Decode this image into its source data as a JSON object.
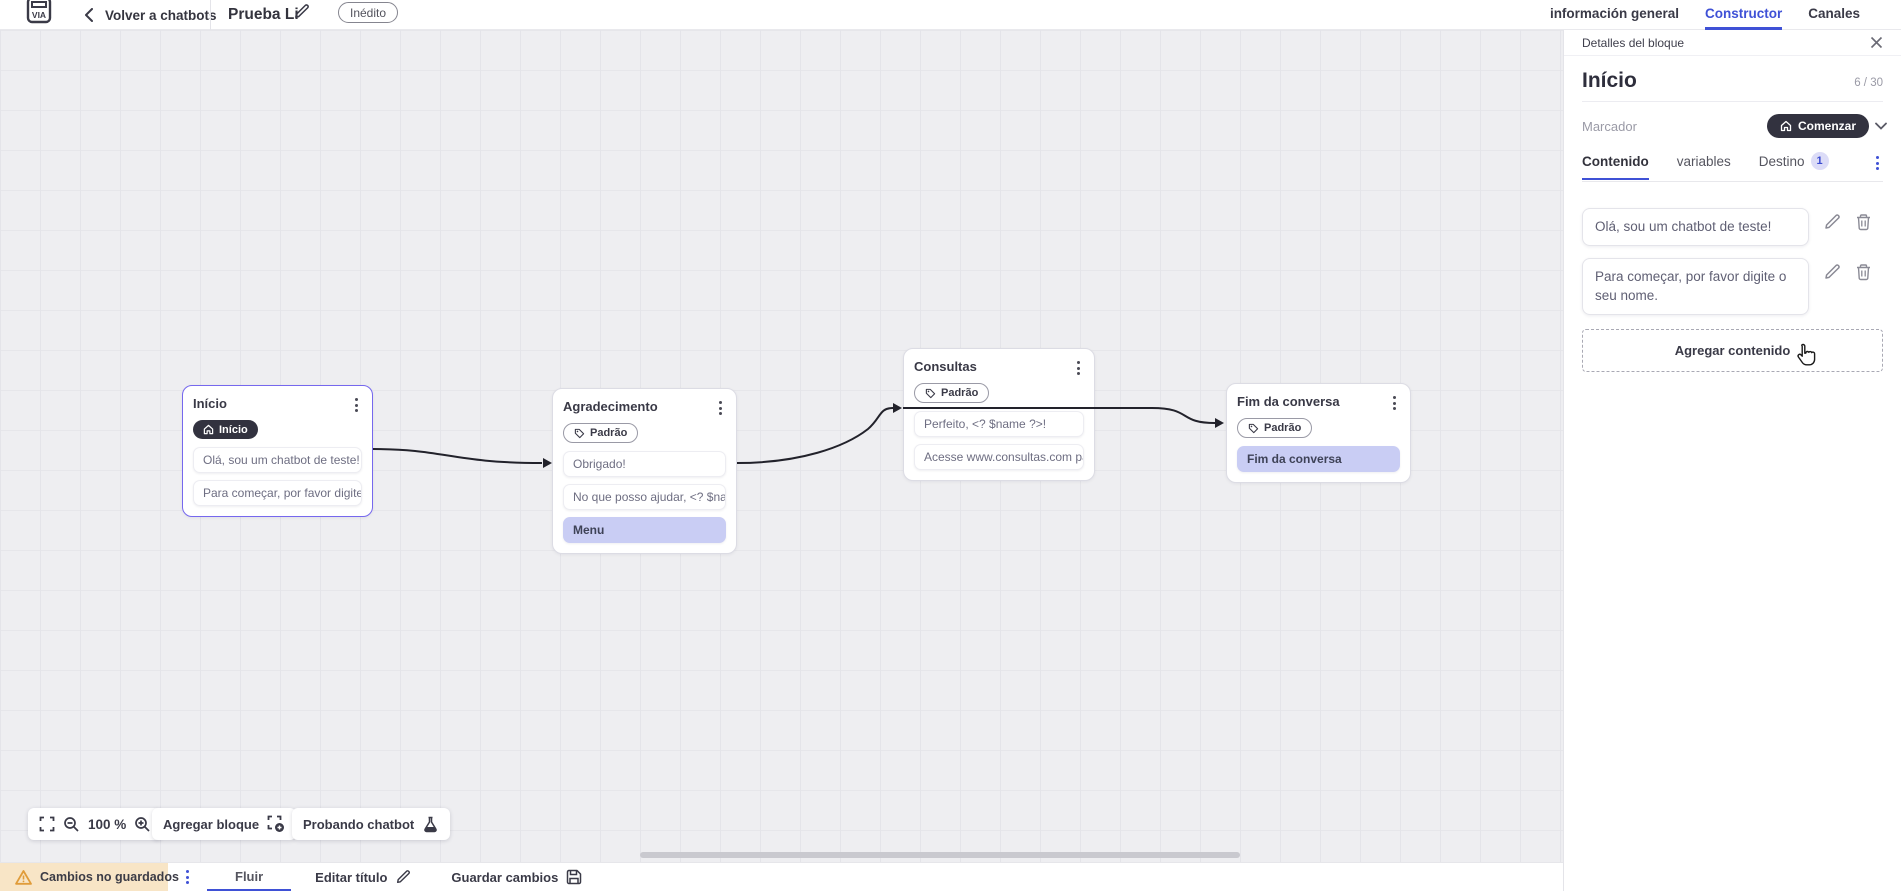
{
  "topbar": {
    "logo_text": "VIA",
    "back_label": "Volver a chatbots",
    "title": "Prueba Li",
    "status_badge": "Inédito",
    "tabs": [
      {
        "label": "información general"
      },
      {
        "label": "Constructor"
      },
      {
        "label": "Canales"
      }
    ]
  },
  "panel": {
    "header": "Detalles del bloque",
    "block_name": "Início",
    "name_counter": "6 / 30",
    "marker_label": "Marcador",
    "marker_value": "Comenzar",
    "tabs": [
      {
        "label": "Contenido"
      },
      {
        "label": "variables"
      },
      {
        "label": "Destino",
        "badge": "1"
      }
    ],
    "contents": [
      "Olá, sou um chatbot de teste!",
      "Para começar, por favor digite o seu nome."
    ],
    "add_content_label": "Agregar contenido"
  },
  "canvas": {
    "blocks": [
      {
        "title": "Início",
        "badge": "Início",
        "cards": [
          "Olá, sou um chatbot de teste!",
          "Para começar, por favor digite o ..."
        ]
      },
      {
        "title": "Agradecimento",
        "badge": "Padrão",
        "cards": [
          "Obrigado!",
          "No que posso ajudar, <? $name ...",
          "Menu"
        ]
      },
      {
        "title": "Consultas",
        "badge": "Padrão",
        "cards": [
          "Perfeito, <? $name ?>!",
          "Acesse www.consultas.com par..."
        ]
      },
      {
        "title": "Fim da conversa",
        "badge": "Padrão",
        "cards": [
          "Fim da conversa"
        ]
      }
    ],
    "zoom_level": "100 %",
    "add_block_label": "Agregar bloque",
    "test_chatbot_label": "Probando chatbot"
  },
  "statusbar": {
    "unsaved_label": "Cambios no guardados",
    "flow_tab_label": "Fluir",
    "edit_title_label": "Editar título",
    "save_label": "Guardar cambios"
  },
  "colors": {
    "accent_blue": "#3f51d6",
    "selected_border": "#7668ee",
    "dark_badge": "#32323f",
    "highlight_card": "#c9cdf4",
    "warning_bg": "#f8e5c6",
    "warning_icon": "#e09c3a"
  }
}
